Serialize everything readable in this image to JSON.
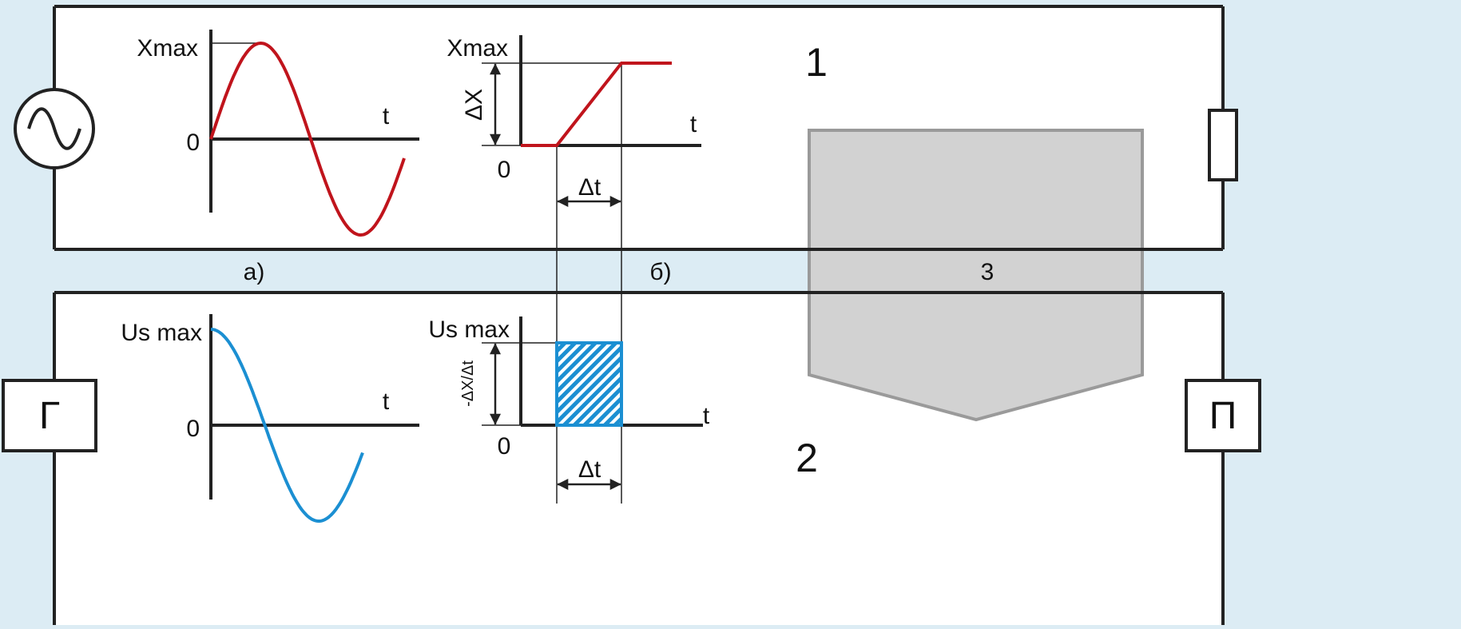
{
  "colors": {
    "background": "#dcecf4",
    "panel": "#ffffff",
    "wire": "#222222",
    "curve_top": "#c0141c",
    "curve_bottom": "#1b8fd2",
    "shield_fill": "#d2d2d2",
    "shield_stroke": "#9a9a9a",
    "hatch": "#1b8fd2"
  },
  "panels": {
    "top_number": "1",
    "bottom_number": "2",
    "shield_number": "3"
  },
  "components": {
    "source_icon": "ac-source-icon",
    "load_icon": "resistor-icon",
    "generator_label": "Г",
    "receiver_label": "П"
  },
  "graphs": {
    "a": {
      "caption": "а)",
      "top": {
        "y_label": "Xmax",
        "zero_label": "0",
        "t_label": "t"
      },
      "bottom": {
        "y_label": "Us max",
        "zero_label": "0",
        "t_label": "t"
      }
    },
    "b": {
      "caption": "б)",
      "top": {
        "y_label": "Xmax",
        "zero_label": "0",
        "t_label": "t",
        "delta_x": "ΔX",
        "delta_t": "Δt"
      },
      "bottom": {
        "y_label": "Us max",
        "zero_label": "0",
        "t_label": "t",
        "ratio": "-ΔX/Δt",
        "delta_t": "Δt"
      }
    }
  }
}
